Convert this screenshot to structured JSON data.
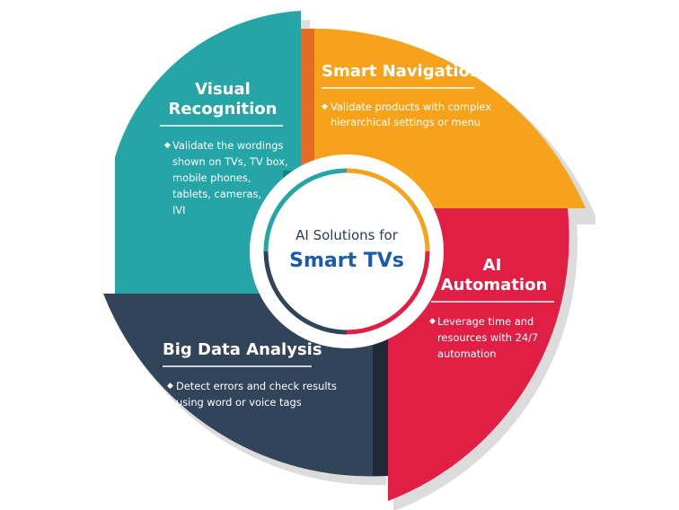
{
  "center": {
    "subtitle": "AI Solutions for",
    "title": "Smart TVs"
  },
  "segments": {
    "visual_recognition": {
      "title_line1": "Visual",
      "title_line2": "Recognition",
      "bullet_lines": [
        "Validate the wordings",
        "shown on TVs, TV box,",
        "mobile phones,",
        "tablets, cameras,",
        "IVI"
      ]
    },
    "smart_navigation": {
      "title": "Smart Navigation",
      "bullet_lines": [
        "Validate products with complex",
        "hierarchical settings or menu"
      ]
    },
    "ai_automation": {
      "title_line1": "AI",
      "title_line2": "Automation",
      "bullet_lines": [
        "Leverage time and",
        "resources with 24/7",
        "automation"
      ]
    },
    "big_data_analysis": {
      "title": "Big Data Analysis",
      "bullet_lines": [
        "Detect errors and check results",
        "using word or voice tags"
      ]
    }
  },
  "colors": {
    "teal": "#26a5a6",
    "orange": "#f7a21b",
    "red": "#e11f45",
    "navy": "#324459",
    "center_text": "#1c5ba8"
  }
}
